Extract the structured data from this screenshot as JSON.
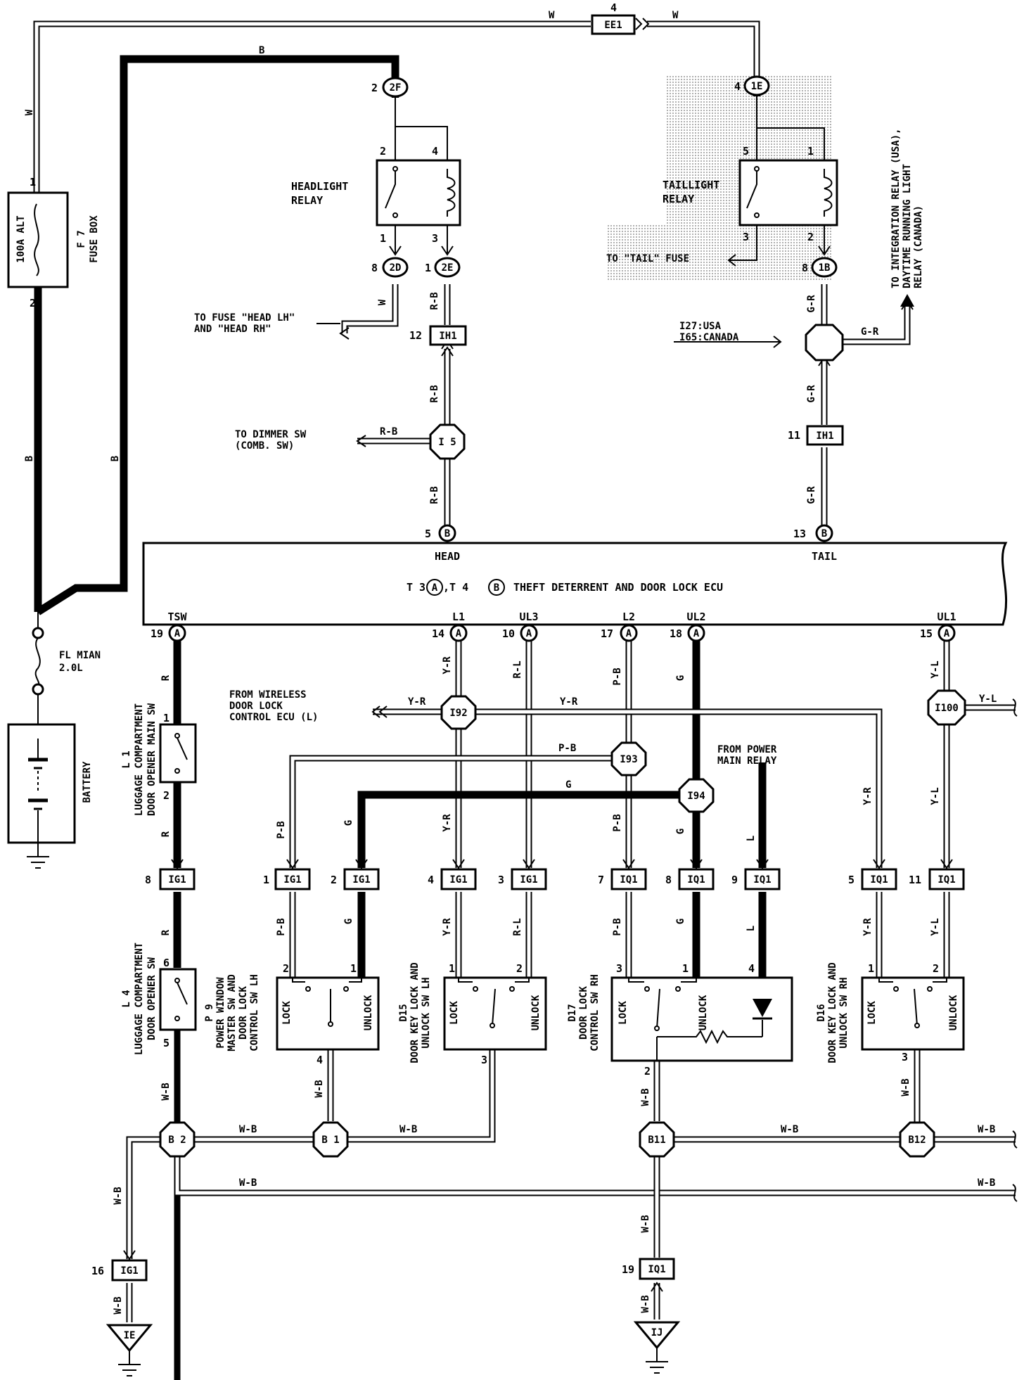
{
  "components": {
    "fuse_box": {
      "rating": "100A ALT",
      "ref": "F 7",
      "name": "FUSE BOX",
      "pin_top": "1",
      "pin_bottom": "2"
    },
    "fl_main": {
      "line1": "FL MIAN",
      "line2": "2.0L"
    },
    "battery": {
      "name": "BATTERY"
    },
    "headlight_relay": {
      "line1": "HEADLIGHT",
      "line2": "RELAY",
      "pins": [
        "2",
        "4",
        "1",
        "3"
      ]
    },
    "taillight_relay": {
      "line1": "TAILLIGHT",
      "line2": "RELAY",
      "pins": [
        "5",
        "1",
        "3",
        "2"
      ]
    },
    "ecu": {
      "line1_prefix": "T 3",
      "conn_a": "A",
      "sep": ",T 4",
      "conn_b": "B",
      "line1_suffix": "THEFT DETERRENT AND DOOR LOCK ECU",
      "terms_top": [
        "HEAD",
        "TAIL"
      ],
      "terms_bottom": [
        "TSW",
        "L1",
        "UL3",
        "L2",
        "UL2",
        "UL1"
      ]
    },
    "l1": {
      "ref": "L 1",
      "line1": "LUGGAGE COMPARTMENT",
      "line2": "DOOR OPENER MAIN SW",
      "pins": [
        "1",
        "2"
      ]
    },
    "l4": {
      "ref": "L 4",
      "line1": "LUGGAGE COMPARTMENT",
      "line2": "DOOR OPENER SW",
      "pins": [
        "6",
        "5"
      ]
    },
    "p9": {
      "ref": "P 9",
      "line1": "POWER WINDOW",
      "line2": "MASTER SW AND",
      "line3": "DOOR LOCK",
      "line4": "CONTROL SW LH",
      "lock": "LOCK",
      "unlock": "UNLOCK",
      "pins": [
        "2",
        "1",
        "4"
      ]
    },
    "d15": {
      "ref": "D15",
      "line1": "DOOR KEY LOCK AND",
      "line2": "UNLOCK SW LH",
      "lock": "LOCK",
      "unlock": "UNLOCK",
      "pins": [
        "1",
        "2",
        "3"
      ]
    },
    "d17": {
      "ref": "D17",
      "line1": "DOOR LOCK",
      "line2": "CONTROL SW RH",
      "lock": "LOCK",
      "unlock": "UNLOCK",
      "pins": [
        "3",
        "1",
        "4",
        "2"
      ]
    },
    "d16": {
      "ref": "D16",
      "line1": "DOOR KEY LOCK AND",
      "line2": "UNLOCK SW RH",
      "lock": "LOCK",
      "unlock": "UNLOCK",
      "pins": [
        "1",
        "2",
        "3"
      ]
    }
  },
  "connectors": {
    "ee1": {
      "pin": "4",
      "label": "EE1"
    },
    "c2f": {
      "pin": "2",
      "label": "2F"
    },
    "c1e": {
      "pin": "4",
      "label": "1E"
    },
    "c2d": {
      "pin": "8",
      "label": "2D"
    },
    "c2e": {
      "pin": "1",
      "label": "2E"
    },
    "c1b": {
      "pin": "8",
      "label": "1B"
    },
    "ih1_left": {
      "pin": "12",
      "label": "IH1"
    },
    "ih1_right": {
      "pin": "11",
      "label": "IH1"
    },
    "ecu_head": {
      "pin": "5",
      "label": "B"
    },
    "ecu_tail": {
      "pin": "13",
      "label": "B"
    },
    "ecu_pins": [
      {
        "pin": "19",
        "label": "A"
      },
      {
        "pin": "14",
        "label": "A"
      },
      {
        "pin": "10",
        "label": "A"
      },
      {
        "pin": "17",
        "label": "A"
      },
      {
        "pin": "18",
        "label": "A"
      },
      {
        "pin": "15",
        "label": "A"
      }
    ],
    "row": [
      {
        "pin": "8",
        "label": "IG1"
      },
      {
        "pin": "1",
        "label": "IG1"
      },
      {
        "pin": "2",
        "label": "IG1"
      },
      {
        "pin": "4",
        "label": "IG1"
      },
      {
        "pin": "3",
        "label": "IG1"
      },
      {
        "pin": "7",
        "label": "IQ1"
      },
      {
        "pin": "8",
        "label": "IQ1"
      },
      {
        "pin": "9",
        "label": "IQ1"
      },
      {
        "pin": "5",
        "label": "IQ1"
      },
      {
        "pin": "11",
        "label": "IQ1"
      }
    ],
    "ig1_bottom": {
      "pin": "16",
      "label": "IG1"
    },
    "iq1_bottom": {
      "pin": "19",
      "label": "IQ1"
    }
  },
  "junctions": {
    "i5": "I 5",
    "j_tail": "",
    "i92": "I92",
    "i93": "I93",
    "i94": "I94",
    "i100": "I100",
    "b2": "B 2",
    "b1": "B 1",
    "b11": "B11",
    "b12": "B12"
  },
  "grounds": {
    "ie": "IE",
    "ij": "IJ"
  },
  "notes": {
    "fuse_head": {
      "line1": "TO FUSE \"HEAD LH\"",
      "line2": "AND \"HEAD RH\""
    },
    "dimmer": {
      "line1": "TO DIMMER SW",
      "line2": "(COMB. SW)"
    },
    "tail_fuse": "TO \"TAIL\" FUSE",
    "market": {
      "line1": "I27:USA",
      "line2": "I65:CANADA"
    },
    "integration": {
      "line1": "TO INTEGRATION RELAY (USA),",
      "line2": "DAYTIME RUNNING LIGHT",
      "line3": "RELAY (CANADA)"
    },
    "wireless": {
      "line1": "FROM WIRELESS",
      "line2": "DOOR LOCK",
      "line3": "CONTROL ECU (L)"
    },
    "power_main": {
      "line1": "FROM POWER",
      "line2": "MAIN RELAY"
    }
  },
  "wire_colors": {
    "w": "W",
    "b": "B",
    "rb": "R-B",
    "gr": "G-R",
    "r": "R",
    "yr": "Y-R",
    "rl": "R-L",
    "pb": "P-B",
    "g": "G",
    "yl": "Y-L",
    "l": "L",
    "wb": "W-B"
  },
  "colors": {
    "ink": "#000000",
    "paper": "#ffffff",
    "shade": "#c8c8c8"
  }
}
